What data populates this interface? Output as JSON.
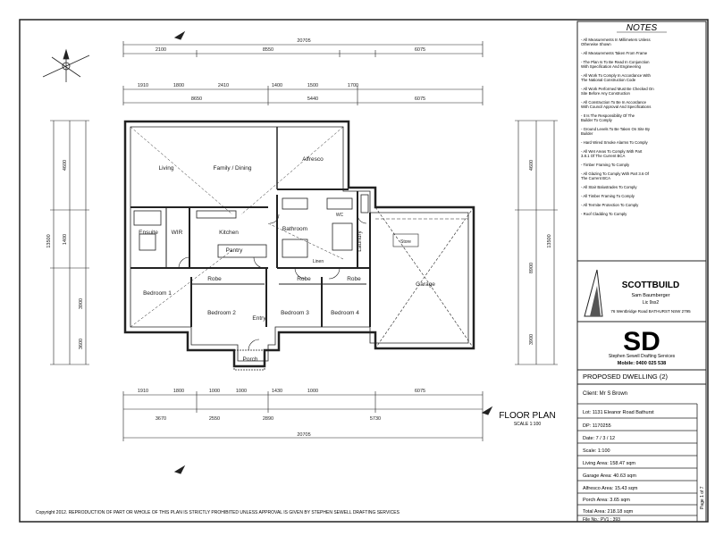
{
  "notes": {
    "title": "NOTES",
    "items": [
      "All Measurements In Millimeters Unless Otherwise Shown",
      "All Measurements Taken From Frame",
      "The Plan Is To Be Read In Conjunction With Specification And Engineering",
      "All Work To Comply In Accordance With The National Construction Code",
      "All Work Performed Must Be Checked On Site Before Any Construction",
      "All Construction To Be In Accordance With Council Approval And Specifications",
      "It Is The Responsibility Of The Builder To Comply",
      "Ground Levels To Be Taken On Site By Builder",
      "Hard Wired Smoke Alarms To Comply",
      "All Wet Areas To Comply With Part 3.8.1 Of The Current BCA",
      "Timber Framing To Comply",
      "All Glazing To Comply With Part 3.6 Of The Current BCA",
      "All Stair Balustrades To Comply",
      "All Timber Framing To Comply",
      "All Termite Protection To Comply",
      "Roof Cladding To Comply"
    ]
  },
  "drawing": {
    "title": "FLOOR PLAN",
    "scale": "SCALE 1:100",
    "rooms": [
      "Living",
      "Family / Dining",
      "Alfresco",
      "Kitchen",
      "Ensuite",
      "WIR",
      "Pantry",
      "Bedroom 1",
      "Bedroom 2",
      "Bedroom 3",
      "Bedroom 4",
      "Bathroom",
      "Laundry",
      "Garage",
      "Robe",
      "Robe",
      "Robe",
      "Porch",
      "Entry",
      "Linen",
      "WC",
      "Store"
    ],
    "overall_dims": {
      "top": "20705",
      "bottom": "20705",
      "left": "13500",
      "right": "13500"
    },
    "top_dims_1": [
      "2100",
      "8550",
      "6075"
    ],
    "top_dims_2": [
      "1910",
      "1800",
      "2410",
      "1400",
      "1500",
      "1700"
    ],
    "top_dims_3": [
      "8650",
      "5440",
      "6075"
    ],
    "bottom_dims_1": [
      "1910",
      "1800",
      "1000",
      "1000",
      "1430",
      "1000",
      "6075"
    ],
    "bottom_dims_2": [
      "3670",
      "2550",
      "2890",
      "5730"
    ],
    "side_dims_left": [
      "4600",
      "1400",
      "3900",
      "3600"
    ],
    "side_dims_right": [
      "4600",
      "8900",
      "3900"
    ]
  },
  "title_block": {
    "builder_name": "SCOTTBUILD",
    "builder_person": "Sam Baumberger",
    "builder_license": "Lic 9ss2",
    "builder_address": "76 Wentbridge Road BATHURST NSW 2795",
    "sd_logo": "SD",
    "sd_name": "Stephen Sewell Drafting Services",
    "sd_mobile": "Mobile: 0400 025 538",
    "project": "PROPOSED DWELLING (2)",
    "client": "Client: Mr S Brown",
    "lot": "Lot: 1131 Eleanor Road Bathurst",
    "dp": "DP: 1170255",
    "date": "Date: 7 / 3 / 12",
    "scale": "Scale: 1:100",
    "living_area": "Living Area: 158.47 sqm",
    "garage_area": "Garage Area: 40.63 sqm",
    "alfresco_area": "Alfresco Area: 15.43 sqm",
    "porch_area": "Porch Area: 3.65 sqm",
    "total_area": "Total Area: 218.18 sqm",
    "file_no": "File No.: PV1 : 393",
    "page": "Page 1 of 7"
  },
  "copyright": "Copyright 2012. REPRODUCTION OF PART OR WHOLE OF THIS PLAN IS STRICTLY PROHIBITED UNLESS APPROVAL IS GIVEN BY STEPHEN SEWELL DRAFTING SERVICES"
}
